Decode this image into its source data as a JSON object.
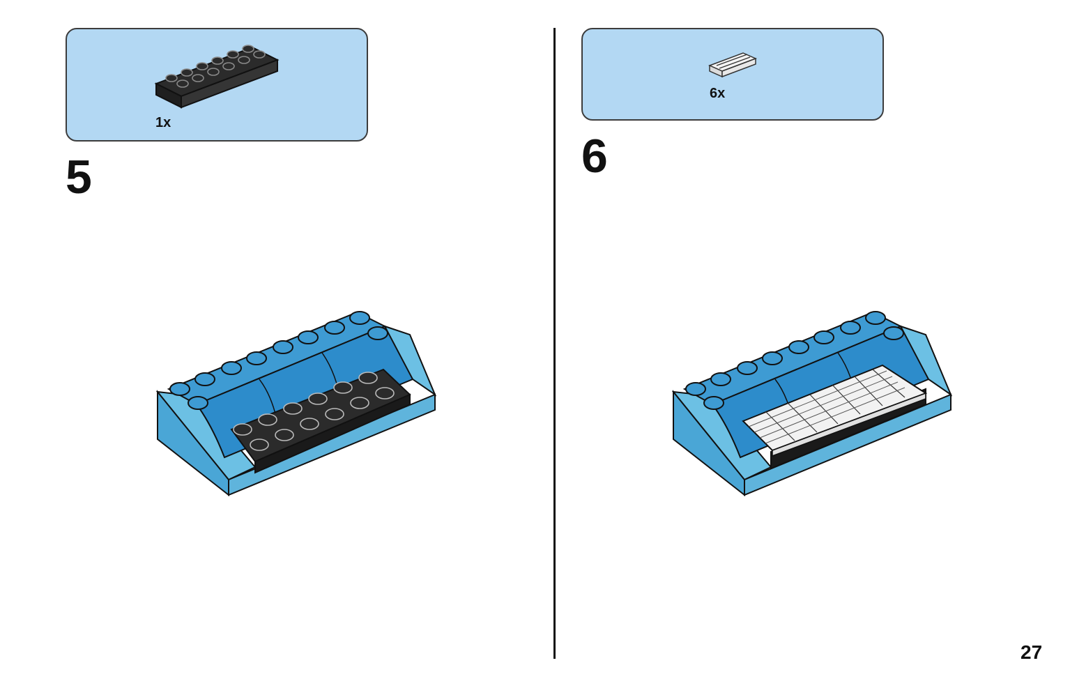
{
  "steps": [
    {
      "number": "5",
      "part_quantity": "1x",
      "part_name": "black-plate-2x6-icon",
      "model": "keyboard-base-with-black-plate"
    },
    {
      "number": "6",
      "part_quantity": "6x",
      "part_name": "white-grille-tile-icon",
      "model": "keyboard-with-white-keys"
    }
  ],
  "page_number": "27",
  "colors": {
    "callout_bg": "#b3d8f3",
    "brick_light": "#5fb4dc",
    "brick_mid": "#3e9bd3",
    "brick_dark": "#2d7fb8",
    "plate_black": "#2b2b2b",
    "key_white": "#f2f2f2",
    "outline": "#111111"
  }
}
